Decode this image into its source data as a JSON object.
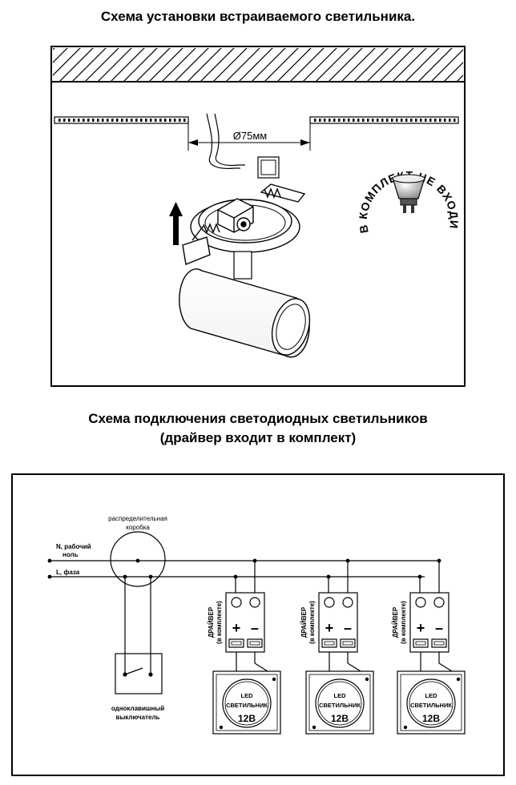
{
  "installation": {
    "title": "Схема установки встраиваемого светильника.",
    "diameter_label": "Ø75мм",
    "badge_text": "В КОМПЛЕКТ НЕ ВХОДИТ"
  },
  "wiring": {
    "title_line1": "Схема подключения светодиодных светильников",
    "title_line2": "(драйвер входит в комплект)",
    "junction_box_line1": "распределительная",
    "junction_box_line2": "коробка",
    "neutral_line1": "N, рабочий",
    "neutral_line2": "ноль",
    "phase_label": "L, фаза",
    "switch_line1": "одноклавишный",
    "switch_line2": "выключатель",
    "driver_line1": "ДРАЙВЕР",
    "driver_line2": "(в комплекте)",
    "plus_sign": "+",
    "minus_sign": "–",
    "led_line1": "LED",
    "led_line2": "СВЕТИЛЬНИК",
    "led_voltage": "12В"
  }
}
